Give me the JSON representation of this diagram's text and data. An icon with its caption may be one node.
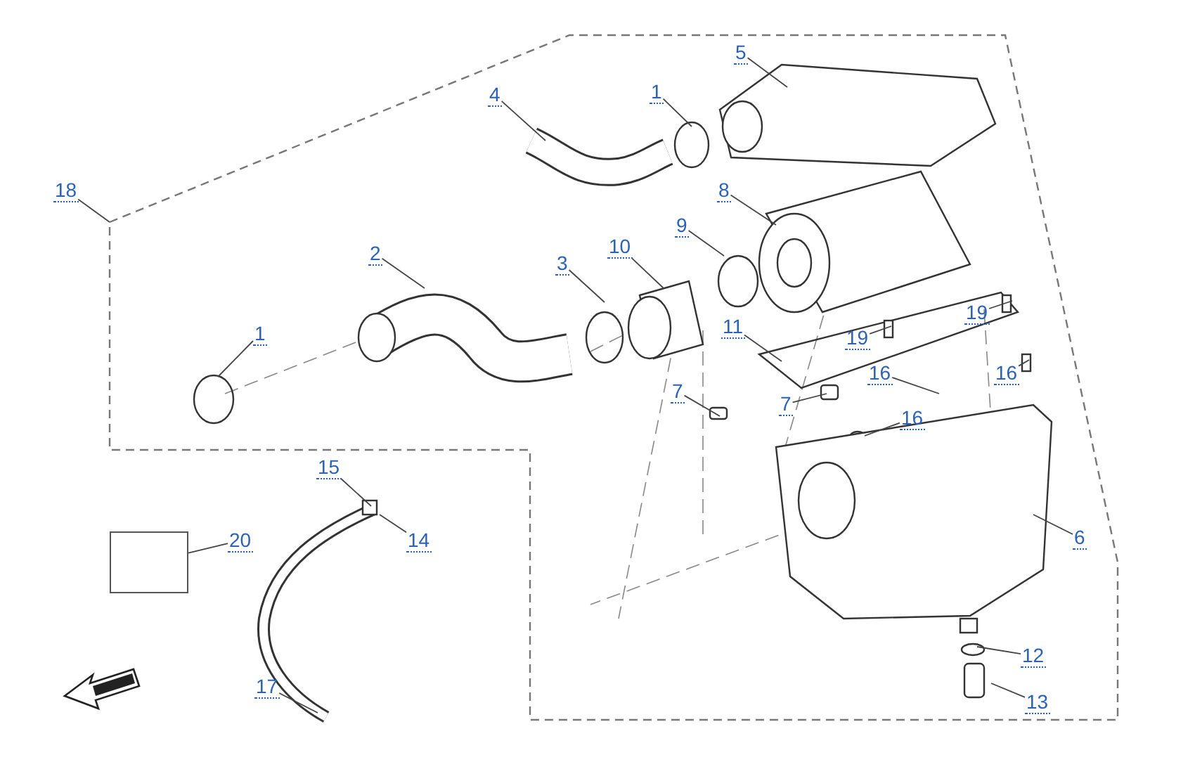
{
  "diagram": {
    "nodes": [
      {
        "text": [
          "5"
        ]
      },
      {
        "text": [
          "4"
        ]
      },
      {
        "text": [
          "1"
        ]
      },
      {
        "text": [
          "18"
        ]
      },
      {
        "text": [
          "8"
        ]
      },
      {
        "text": [
          "9"
        ]
      },
      {
        "text": [
          "2"
        ]
      },
      {
        "text": [
          "10"
        ]
      },
      {
        "text": [
          "3"
        ]
      },
      {
        "text": [
          "1"
        ]
      },
      {
        "text": [
          "19"
        ]
      },
      {
        "text": [
          "19"
        ]
      },
      {
        "text": [
          "11"
        ]
      },
      {
        "text": [
          "16"
        ]
      },
      {
        "text": [
          "16"
        ]
      },
      {
        "text": [
          "7"
        ]
      },
      {
        "text": [
          "7"
        ]
      },
      {
        "text": [
          "16"
        ]
      },
      {
        "text": [
          "15"
        ]
      },
      {
        "text": [
          "14"
        ]
      },
      {
        "text": [
          "6"
        ]
      },
      {
        "text": [
          "20"
        ]
      },
      {
        "text": [],
        "shape": "box"
      },
      {
        "text": [
          "12"
        ]
      },
      {
        "text": [
          "13"
        ]
      },
      {
        "text": [
          "17"
        ]
      }
    ],
    "edges": [
      {
        "from": 0,
        "to": null,
        "arrow": "none"
      },
      {
        "from": 1,
        "to": null,
        "arrow": "none"
      },
      {
        "from": 2,
        "to": null,
        "arrow": "none"
      },
      {
        "from": 3,
        "to": null,
        "arrow": "none"
      },
      {
        "from": 4,
        "to": null,
        "arrow": "none"
      },
      {
        "from": 5,
        "to": null,
        "arrow": "none"
      },
      {
        "from": 6,
        "to": null,
        "arrow": "none"
      },
      {
        "from": 7,
        "to": null,
        "arrow": "none"
      },
      {
        "from": 8,
        "to": null,
        "arrow": "none"
      },
      {
        "from": 9,
        "to": null,
        "arrow": "none"
      },
      {
        "from": 10,
        "to": null,
        "arrow": "none"
      },
      {
        "from": 11,
        "to": null,
        "arrow": "none"
      },
      {
        "from": 12,
        "to": null,
        "arrow": "none"
      },
      {
        "from": 13,
        "to": null,
        "arrow": "none"
      },
      {
        "from": 14,
        "to": null,
        "arrow": "none"
      },
      {
        "from": 15,
        "to": null,
        "arrow": "none"
      },
      {
        "from": 16,
        "to": null,
        "arrow": "none"
      },
      {
        "from": 17,
        "to": null,
        "arrow": "none"
      },
      {
        "from": 18,
        "to": null,
        "arrow": "none"
      },
      {
        "from": 19,
        "to": null,
        "arrow": "none"
      },
      {
        "from": 20,
        "to": null,
        "arrow": "none"
      },
      {
        "from": 21,
        "to": 22,
        "arrow": "none"
      },
      {
        "from": 23,
        "to": null,
        "arrow": "none"
      },
      {
        "from": 24,
        "to": null,
        "arrow": "none"
      },
      {
        "from": 25,
        "to": null,
        "arrow": "none"
      }
    ]
  }
}
